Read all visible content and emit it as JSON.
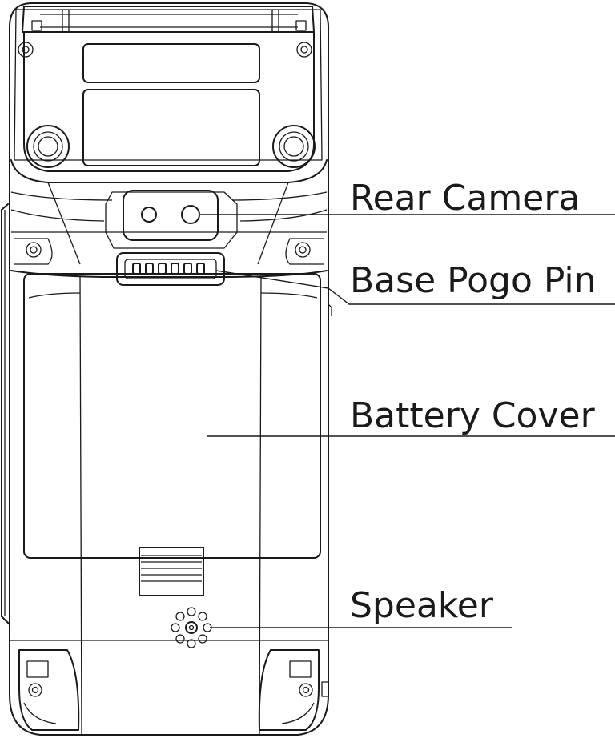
{
  "labels": {
    "rear_camera": "Rear Camera",
    "base_pogo_pin": "Base Pogo Pin",
    "battery_cover": "Battery Cover",
    "speaker": "Speaker"
  },
  "colors": {
    "line": "#1a1a1a",
    "background": "#ffffff"
  }
}
